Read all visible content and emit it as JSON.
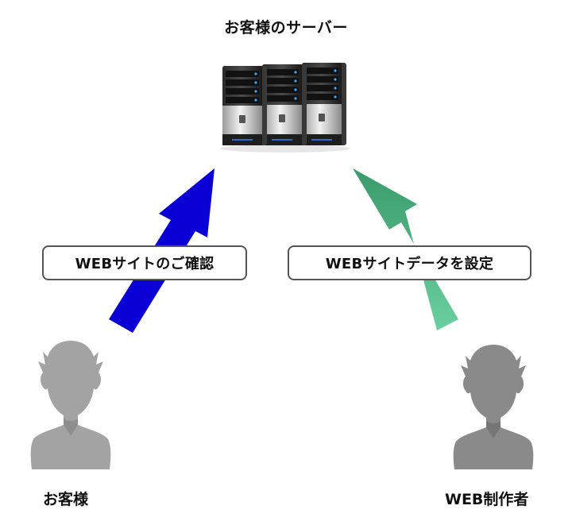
{
  "title": "お客様のサーバー",
  "labels": {
    "customer_action": "WEBサイトのご確認",
    "creator_action": "WEBサイトデータを設定"
  },
  "actors": {
    "customer": "お客様",
    "creator": "WEB制作者"
  },
  "icons": {
    "server": "server-rack-icon",
    "customer": "person-silhouette-icon",
    "creator": "person-silhouette-icon"
  },
  "colors": {
    "customer_arrow": "#0a00d6",
    "creator_arrow_top": "#3a9a6a",
    "creator_arrow_bottom": "#6ad0a0",
    "person": "#8a8a8a"
  }
}
